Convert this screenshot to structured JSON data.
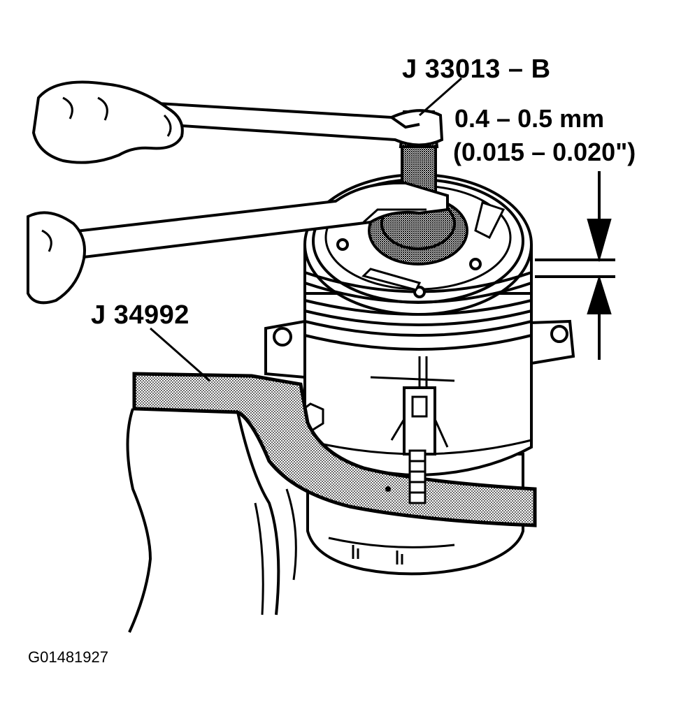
{
  "labels": {
    "tool_top": "J 33013 – B",
    "tool_bottom": "J 34992",
    "clearance_metric": "0.4 – 0.5 mm",
    "clearance_imperial": "(0.015 – 0.020\")",
    "figure_id": "G01481927"
  },
  "colors": {
    "ink": "#000000",
    "paper": "#ffffff",
    "stipple": "#9a9a9a"
  }
}
